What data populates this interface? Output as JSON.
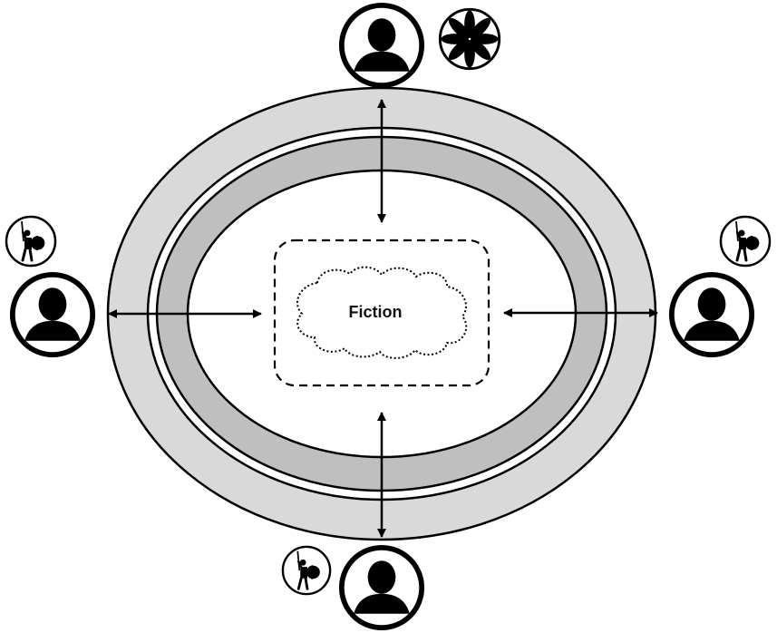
{
  "diagram": {
    "center": {
      "label": "Fiction",
      "shape": "cloud",
      "border": "dashed-rounded-rectangle"
    },
    "rings": [
      {
        "name": "outer-ring",
        "fill": "#d9d9d9"
      },
      {
        "name": "inner-ring",
        "fill": "#bfbfbf"
      }
    ],
    "colors": {
      "stroke": "#000000",
      "background": "#ffffff",
      "outer_ring": "#d9d9d9",
      "inner_ring": "#bfbfbf"
    },
    "participants": [
      {
        "position": "top",
        "icon": "person-icon",
        "badge": "asterisk-icon"
      },
      {
        "position": "left",
        "icon": "person-icon",
        "badge": "warrior-icon"
      },
      {
        "position": "right",
        "icon": "person-icon",
        "badge": "warrior-icon"
      },
      {
        "position": "bottom",
        "icon": "person-icon",
        "badge": "warrior-icon"
      }
    ],
    "arrows": [
      {
        "from": "top",
        "to": "center",
        "direction": "bidirectional"
      },
      {
        "from": "left",
        "to": "center",
        "direction": "bidirectional"
      },
      {
        "from": "right",
        "to": "center",
        "direction": "bidirectional"
      },
      {
        "from": "bottom",
        "to": "center",
        "direction": "bidirectional"
      }
    ]
  }
}
